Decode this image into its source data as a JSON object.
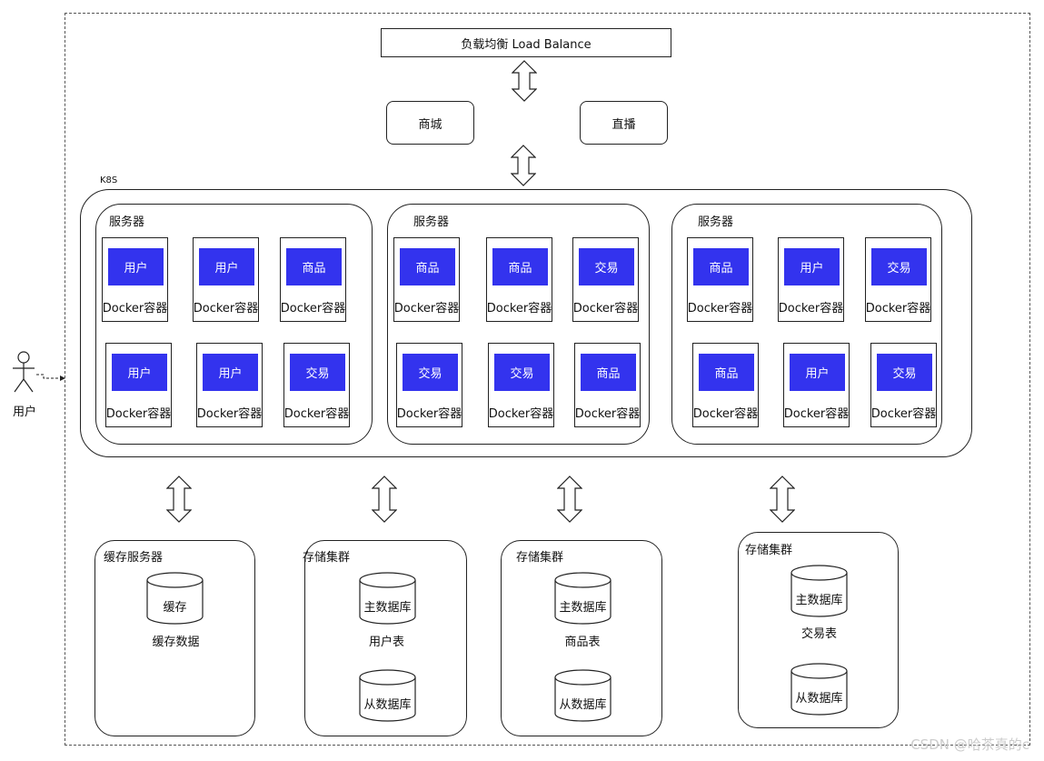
{
  "load_balance": "负载均衡 Load Balance",
  "entries": {
    "mall": "商城",
    "live": "直播"
  },
  "k8s": "K8S",
  "user": "用户",
  "servers": [
    {
      "label": "服务器",
      "containers": [
        "用户",
        "用户",
        "商品",
        "用户",
        "用户",
        "交易"
      ],
      "container_label": "Docker容器"
    },
    {
      "label": "服务器",
      "containers": [
        "商品",
        "商品",
        "交易",
        "交易",
        "交易",
        "商品"
      ],
      "container_label": "Docker容器"
    },
    {
      "label": "服务器",
      "containers": [
        "商品",
        "用户",
        "交易",
        "商品",
        "用户",
        "交易"
      ],
      "container_label": "Docker容器"
    }
  ],
  "cache": {
    "label": "缓存服务器",
    "db": "缓存",
    "caption": "缓存数据"
  },
  "storage": [
    {
      "label": "存储集群",
      "master": "主数据库",
      "caption": "用户表",
      "slave": "从数据库"
    },
    {
      "label": "存储集群",
      "master": "主数据库",
      "caption": "商品表",
      "slave": "从数据库"
    },
    {
      "label": "存储集群",
      "master": "主数据库",
      "caption": "交易表",
      "slave": "从数据库"
    }
  ],
  "watermark": "CSDN @哈茶真的c",
  "colors": {
    "container_tag": "#3333ee",
    "line": "#222222"
  }
}
